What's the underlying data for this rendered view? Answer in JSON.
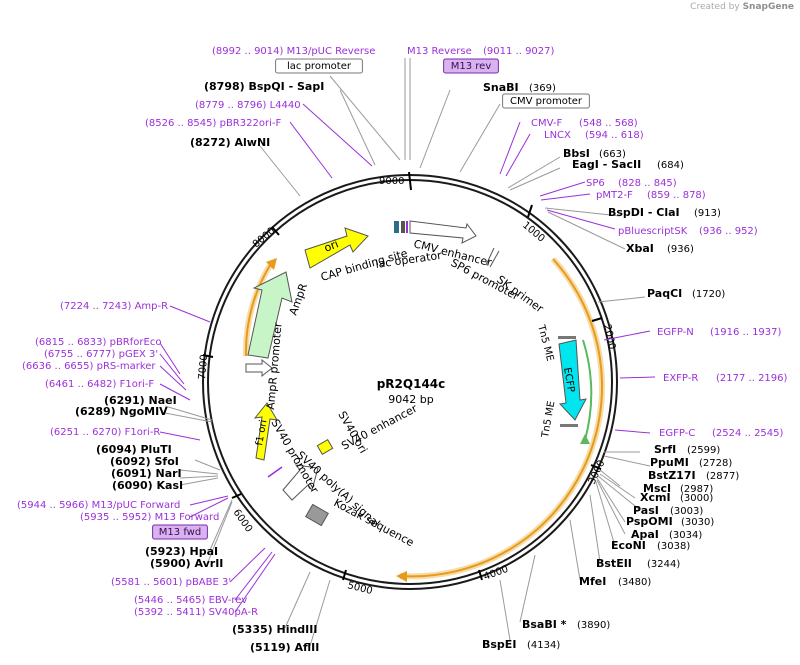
{
  "brand": {
    "prefix": "Created by",
    "name": "SnapGene"
  },
  "plasmid": {
    "name": "pR2Q144c",
    "size": "9042 bp"
  },
  "ticks": [
    "1000",
    "2000",
    "3000",
    "4000",
    "5000",
    "6000",
    "7000",
    "8000",
    "9000"
  ],
  "labels": [
    {
      "id": "m13puc-rev",
      "text": "(8992 .. 9014)  M13/pUC Reverse",
      "kind": "primer"
    },
    {
      "id": "m13rev-a",
      "text": "M13 Reverse",
      "kind": "primer"
    },
    {
      "id": "m13rev-b",
      "text": "(9011 .. 9027)",
      "kind": "primer"
    },
    {
      "id": "m13rev-box",
      "text": "M13 rev",
      "kind": "primerbox"
    },
    {
      "id": "lac-prom-box",
      "text": "lac promoter",
      "kind": "featurebox"
    },
    {
      "id": "bspqi",
      "text": "(8798)  BspQI  - SapI",
      "kind": "enzyme"
    },
    {
      "id": "snabi",
      "text": "SnaBI",
      "kind": "enzyme"
    },
    {
      "id": "snabi-pos",
      "text": "(369)",
      "kind": "position"
    },
    {
      "id": "cmv-prom-box",
      "text": "CMV promoter",
      "kind": "featurebox"
    },
    {
      "id": "l4440",
      "text": "(8779 .. 8796)  L4440",
      "kind": "primer"
    },
    {
      "id": "cmvf",
      "text": "CMV-F",
      "kind": "primer"
    },
    {
      "id": "cmvf-pos",
      "text": "(548 .. 568)",
      "kind": "primer"
    },
    {
      "id": "pbr322",
      "text": "(8526 .. 8545)  pBR322ori-F",
      "kind": "primer"
    },
    {
      "id": "lncx",
      "text": "LNCX",
      "kind": "primer"
    },
    {
      "id": "lncx-pos",
      "text": "(594 .. 618)",
      "kind": "primer"
    },
    {
      "id": "alwni",
      "text": "(8272)  AlwNI",
      "kind": "enzyme"
    },
    {
      "id": "bbsi",
      "text": "BbsI",
      "kind": "enzyme"
    },
    {
      "id": "bbsi-pos",
      "text": "(663)",
      "kind": "position"
    },
    {
      "id": "eagi",
      "text": "EagI  - SacII",
      "kind": "enzyme"
    },
    {
      "id": "eagi-pos",
      "text": "(684)",
      "kind": "position"
    },
    {
      "id": "sp6",
      "text": "SP6",
      "kind": "primer"
    },
    {
      "id": "sp6-pos",
      "text": "(828 .. 845)",
      "kind": "primer"
    },
    {
      "id": "pmt2",
      "text": "pMT2-F",
      "kind": "primer"
    },
    {
      "id": "pmt2-pos",
      "text": "(859 .. 878)",
      "kind": "primer"
    },
    {
      "id": "bspdi",
      "text": "BspDI  - ClaI",
      "kind": "enzyme"
    },
    {
      "id": "bspdi-pos",
      "text": "(913)",
      "kind": "position"
    },
    {
      "id": "pbsk",
      "text": "pBluescriptSK",
      "kind": "primer"
    },
    {
      "id": "pbsk-pos",
      "text": "(936 .. 952)",
      "kind": "primer"
    },
    {
      "id": "xbai",
      "text": "XbaI",
      "kind": "enzyme"
    },
    {
      "id": "xbai-pos",
      "text": "(936)",
      "kind": "position"
    },
    {
      "id": "paqci",
      "text": "PaqCI",
      "kind": "enzyme"
    },
    {
      "id": "paqci-pos",
      "text": "(1720)",
      "kind": "position"
    },
    {
      "id": "egfpn",
      "text": "EGFP-N",
      "kind": "primer"
    },
    {
      "id": "egfpn-pos",
      "text": "(1916 .. 1937)",
      "kind": "primer"
    },
    {
      "id": "exfpr",
      "text": "EXFP-R",
      "kind": "primer"
    },
    {
      "id": "exfpr-pos",
      "text": "(2177 .. 2196)",
      "kind": "primer"
    },
    {
      "id": "egfpc",
      "text": "EGFP-C",
      "kind": "primer"
    },
    {
      "id": "egfpc-pos",
      "text": "(2524 .. 2545)",
      "kind": "primer"
    },
    {
      "id": "srfi",
      "text": "SrfI",
      "kind": "enzyme"
    },
    {
      "id": "srfi-pos",
      "text": "(2599)",
      "kind": "position"
    },
    {
      "id": "ppumi",
      "text": "PpuMI",
      "kind": "enzyme"
    },
    {
      "id": "ppumi-pos",
      "text": "(2728)",
      "kind": "position"
    },
    {
      "id": "bstz17i",
      "text": "BstZ17I",
      "kind": "enzyme"
    },
    {
      "id": "bstz17i-pos",
      "text": "(2877)",
      "kind": "position"
    },
    {
      "id": "msci",
      "text": "MscI",
      "kind": "enzyme"
    },
    {
      "id": "msci-pos",
      "text": "(2987)",
      "kind": "position"
    },
    {
      "id": "xcmi",
      "text": "XcmI",
      "kind": "enzyme"
    },
    {
      "id": "xcmi-pos",
      "text": "(3000)",
      "kind": "position"
    },
    {
      "id": "pasi",
      "text": "PasI",
      "kind": "enzyme"
    },
    {
      "id": "pasi-pos",
      "text": "(3003)",
      "kind": "position"
    },
    {
      "id": "pspomi",
      "text": "PspOMI",
      "kind": "enzyme"
    },
    {
      "id": "pspomi-pos",
      "text": "(3030)",
      "kind": "position"
    },
    {
      "id": "apai",
      "text": "ApaI",
      "kind": "enzyme"
    },
    {
      "id": "apai-pos",
      "text": "(3034)",
      "kind": "position"
    },
    {
      "id": "econi",
      "text": "EcoNI",
      "kind": "enzyme"
    },
    {
      "id": "econi-pos",
      "text": "(3038)",
      "kind": "position"
    },
    {
      "id": "bsteii",
      "text": "BstEII",
      "kind": "enzyme"
    },
    {
      "id": "bsteii-pos",
      "text": "(3244)",
      "kind": "position"
    },
    {
      "id": "mfei",
      "text": "MfeI",
      "kind": "enzyme"
    },
    {
      "id": "mfei-pos",
      "text": "(3480)",
      "kind": "position"
    },
    {
      "id": "bsabi",
      "text": "BsaBI  *",
      "kind": "enzyme"
    },
    {
      "id": "bsabi-pos",
      "text": "(3890)",
      "kind": "position"
    },
    {
      "id": "bspei",
      "text": "BspEI",
      "kind": "enzyme"
    },
    {
      "id": "bspei-pos",
      "text": "(4134)",
      "kind": "position"
    },
    {
      "id": "aflii",
      "text": "(5119)  AflII",
      "kind": "enzyme"
    },
    {
      "id": "hindiii",
      "text": "(5335)  HindIII",
      "kind": "enzyme"
    },
    {
      "id": "sv40pa",
      "text": "(5392 .. 5411)  SV40pA-R",
      "kind": "primer"
    },
    {
      "id": "ebvrev",
      "text": "(5446 .. 5465)  EBV-rev",
      "kind": "primer"
    },
    {
      "id": "pbabe3",
      "text": "(5581 .. 5601)  pBABE 3'",
      "kind": "primer"
    },
    {
      "id": "avrii",
      "text": "(5900)  AvrII",
      "kind": "enzyme"
    },
    {
      "id": "hpai",
      "text": "(5923)  HpaI",
      "kind": "enzyme"
    },
    {
      "id": "m13fwd-box",
      "text": "M13 fwd",
      "kind": "primerbox"
    },
    {
      "id": "m13fwd",
      "text": "(5935 .. 5952)  M13 Forward",
      "kind": "primer"
    },
    {
      "id": "m13puc-fwd",
      "text": "(5944 .. 5966)  M13/pUC Forward",
      "kind": "primer"
    },
    {
      "id": "kasi",
      "text": "(6090)  KasI",
      "kind": "enzyme"
    },
    {
      "id": "nari",
      "text": "(6091)  NarI",
      "kind": "enzyme"
    },
    {
      "id": "sfoi",
      "text": "(6092)  SfoI",
      "kind": "enzyme"
    },
    {
      "id": "pluti",
      "text": "(6094)  PluTI",
      "kind": "enzyme"
    },
    {
      "id": "f1orir",
      "text": "(6251 .. 6270)  F1ori-R",
      "kind": "primer"
    },
    {
      "id": "ngomiv",
      "text": "(6289)  NgoMIV",
      "kind": "enzyme"
    },
    {
      "id": "naei",
      "text": "(6291)  NaeI",
      "kind": "enzyme"
    },
    {
      "id": "f1orif",
      "text": "(6461 .. 6482)  F1ori-F",
      "kind": "primer"
    },
    {
      "id": "prs",
      "text": "(6636 .. 6655)  pRS-marker",
      "kind": "primer"
    },
    {
      "id": "pgex3",
      "text": "(6755 .. 6777)  pGEX 3'",
      "kind": "primer"
    },
    {
      "id": "pbrforeco",
      "text": "(6815 .. 6833)  pBRforEco",
      "kind": "primer"
    },
    {
      "id": "ampr-primer",
      "text": "(7224 .. 7243)  Amp-R",
      "kind": "primer"
    }
  ],
  "features": [
    {
      "id": "feat-ori",
      "text": "ori"
    },
    {
      "id": "feat-ampr",
      "text": "AmpR"
    },
    {
      "id": "feat-ampr-prom",
      "text": "AmpR promoter"
    },
    {
      "id": "feat-f1ori",
      "text": "f1 ori"
    },
    {
      "id": "feat-sv40prom",
      "text": "SV40 promoter"
    },
    {
      "id": "feat-sv40ori",
      "text": "SV40 ori"
    },
    {
      "id": "feat-sv40enh",
      "text": "SV40 enhancer"
    },
    {
      "id": "feat-sv40pa",
      "text": "SV40 poly(A) signal"
    },
    {
      "id": "feat-kozak",
      "text": "Kozak sequence"
    },
    {
      "id": "feat-cap",
      "text": "CAP binding site"
    },
    {
      "id": "feat-lacop",
      "text": "lac operator"
    },
    {
      "id": "feat-cmvenh",
      "text": "CMV enhancer"
    },
    {
      "id": "feat-sp6prom",
      "text": "SP6 promoter"
    },
    {
      "id": "feat-skprimer",
      "text": "SK primer"
    },
    {
      "id": "feat-tn5a",
      "text": "Tn5 ME"
    },
    {
      "id": "feat-tn5b",
      "text": "Tn5 ME"
    },
    {
      "id": "feat-ecfp",
      "text": "ECFP"
    }
  ],
  "colors": {
    "enzyme": "#000000",
    "position": "#000000",
    "primer": "#9b30d9",
    "primerbox_fill": "#d9b3f0",
    "backbone": "#1a1a1a",
    "orf_arc": "#f0a830",
    "egfp_arc": "#5cb85c",
    "ori": "#ffff00",
    "ampr": "#c8f5c8",
    "ecfp": "#00e5ee",
    "tick": "#000000"
  }
}
